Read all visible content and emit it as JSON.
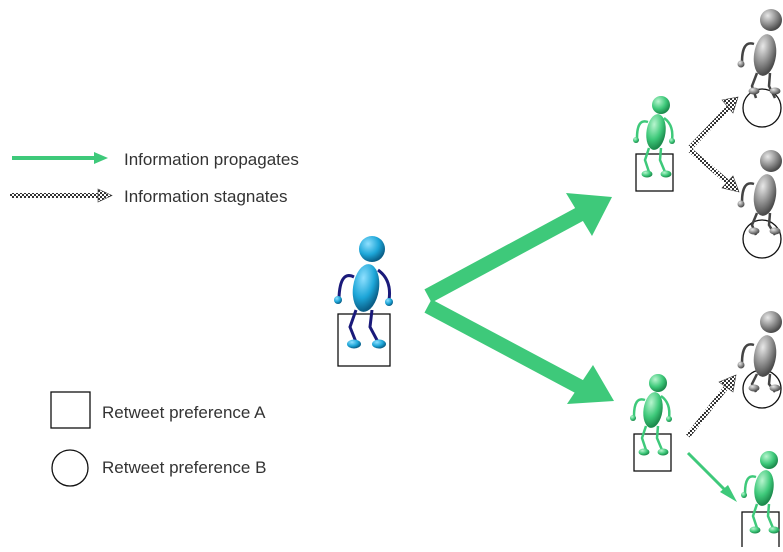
{
  "legend": {
    "propagates_label": "Information propagates",
    "stagnates_label": "Information stagnates",
    "pref_a_label": "Retweet preference A",
    "pref_b_label": "Retweet preference B"
  },
  "colors": {
    "propagate_arrow": "#3ec97a",
    "active_person": "#3ec97a",
    "source_person": "#1da6d8",
    "source_limbs": "#1a1a7a",
    "inactive_person": "#8a8a8a",
    "stagnate_arrow": "#444444"
  },
  "icons": [
    "person-figure-icon",
    "square-preference-icon",
    "circle-preference-icon",
    "green-arrow-icon",
    "dotted-arrow-icon"
  ]
}
